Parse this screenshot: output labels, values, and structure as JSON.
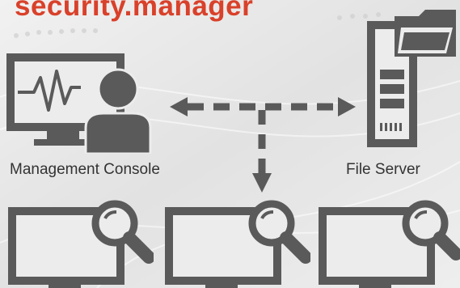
{
  "title": "security.manager",
  "nodes": {
    "console_label": "Management Console",
    "server_label": "File Server"
  },
  "icons": {
    "console": "monitor-with-user-and-pulse-icon",
    "server": "server-with-folder-icon",
    "clients": [
      "monitor-search-icon",
      "monitor-search-icon",
      "monitor-search-icon"
    ],
    "connector": "dashed-double-arrow-with-down-branch"
  },
  "colors": {
    "title": "#d9412a",
    "icon_gray": "#5a5a5a",
    "background": "#e9e9e9",
    "text": "#333333"
  }
}
